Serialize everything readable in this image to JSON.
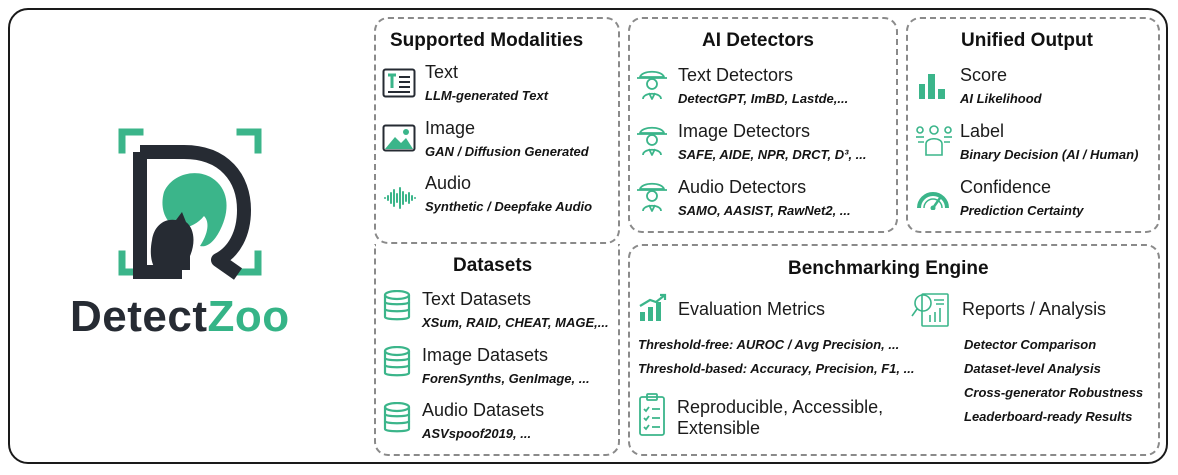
{
  "brand": {
    "name_part1": "Detect",
    "name_part2": "Zoo",
    "accent": "#3bb58a",
    "dark": "#262b33"
  },
  "modalities": {
    "title": "Supported Modalities",
    "items": [
      {
        "label": "Text",
        "sub": "LLM-generated Text",
        "icon": "text-document-icon"
      },
      {
        "label": "Image",
        "sub": "GAN / Diffusion Generated",
        "icon": "image-landscape-icon"
      },
      {
        "label": "Audio",
        "sub": "Synthetic / Deepfake Audio",
        "icon": "audio-waveform-icon"
      }
    ]
  },
  "datasets": {
    "title": "Datasets",
    "items": [
      {
        "label": "Text Datasets",
        "sub": "XSum, RAID, CHEAT, MAGE,...",
        "icon": "database-icon"
      },
      {
        "label": "Image Datasets",
        "sub": "ForenSynths, GenImage, ...",
        "icon": "database-icon"
      },
      {
        "label": "Audio Datasets",
        "sub": "ASVspoof2019, ...",
        "icon": "database-icon"
      }
    ]
  },
  "detectors": {
    "title": "AI Detectors",
    "items": [
      {
        "label": "Text Detectors",
        "sub": "DetectGPT, ImBD, Lastde,...",
        "icon": "detective-icon"
      },
      {
        "label": "Image Detectors",
        "sub": "SAFE, AIDE, NPR, DRCT, D³, ...",
        "icon": "detective-icon"
      },
      {
        "label": "Audio Detectors",
        "sub": "SAMO, AASIST, RawNet2, ...",
        "icon": "detective-icon"
      }
    ]
  },
  "output": {
    "title": "Unified Output",
    "items": [
      {
        "label": "Score",
        "sub": "AI Likelihood",
        "icon": "bar-chart-icon"
      },
      {
        "label": "Label",
        "sub": "Binary Decision (AI / Human)",
        "icon": "decision-person-icon"
      },
      {
        "label": "Confidence",
        "sub": "Prediction Certainty",
        "icon": "gauge-icon"
      }
    ]
  },
  "benchmark": {
    "title": "Benchmarking Engine",
    "metrics": {
      "label": "Evaluation Metrics",
      "lines": [
        "Threshold-free: AUROC / Avg Precision, ...",
        "Threshold-based: Accuracy, Precision, F1, ..."
      ]
    },
    "repro": {
      "line1": "Reproducible, Accessible,",
      "line2": "Extensible"
    },
    "reports": {
      "label": "Reports / Analysis",
      "lines": [
        "Detector Comparison",
        "Dataset-level Analysis",
        "Cross-generator Robustness",
        "Leaderboard-ready Results"
      ]
    }
  }
}
